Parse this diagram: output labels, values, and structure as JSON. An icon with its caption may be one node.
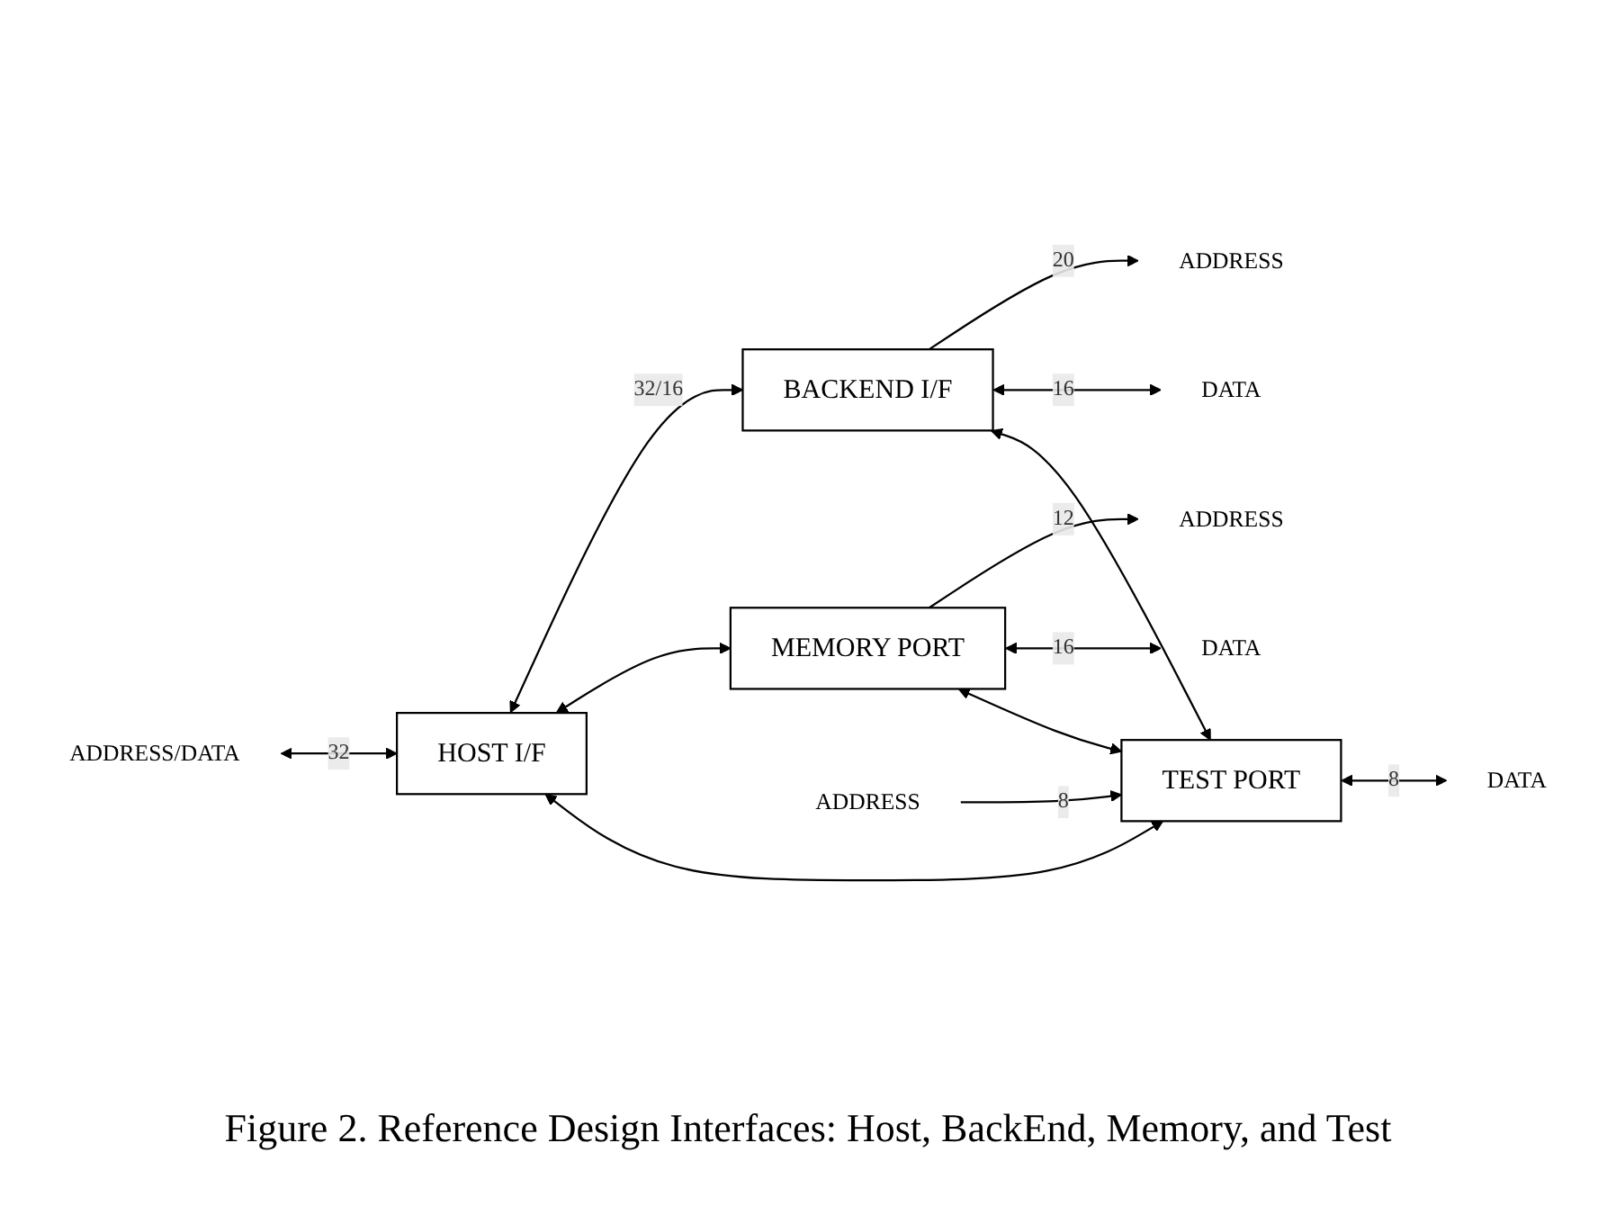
{
  "diagram": {
    "caption": "Figure 2.  Reference Design Interfaces:  Host, BackEnd, Memory, and Test",
    "nodes": [
      {
        "text": [
          "HOST I/F"
        ]
      },
      {
        "text": [
          "BACKEND I/F"
        ]
      },
      {
        "text": [
          "MEMORY PORT"
        ]
      },
      {
        "text": [
          "TEST PORT"
        ]
      },
      {
        "text": [
          "ADDRESS/DATA"
        ]
      },
      {
        "text": [
          "ADDRESS"
        ]
      },
      {
        "text": [
          "DATA"
        ]
      },
      {
        "text": [
          "ADDRESS"
        ]
      },
      {
        "text": [
          "DATA"
        ]
      },
      {
        "text": [
          "ADDRESS"
        ]
      },
      {
        "text": [
          "DATA"
        ]
      }
    ],
    "edges": [
      {
        "from": 4,
        "to": 0,
        "arrow": "both",
        "label": "32"
      },
      {
        "from": 0,
        "to": 1,
        "arrow": "both",
        "label": "32/16"
      },
      {
        "from": 1,
        "to": 5,
        "arrow": "to",
        "label": "20"
      },
      {
        "from": 1,
        "to": 6,
        "arrow": "both",
        "label": "16"
      },
      {
        "from": 0,
        "to": 2,
        "arrow": "both"
      },
      {
        "from": 0,
        "to": 3,
        "arrow": "both"
      },
      {
        "from": 1,
        "to": 3,
        "arrow": "both"
      },
      {
        "from": 2,
        "to": 7,
        "arrow": "to",
        "label": "12"
      },
      {
        "from": 2,
        "to": 8,
        "arrow": "both",
        "label": "16"
      },
      {
        "from": 2,
        "to": 3,
        "arrow": "both"
      },
      {
        "from": 9,
        "to": 3,
        "arrow": "to",
        "label": "8"
      },
      {
        "from": 3,
        "to": 10,
        "arrow": "both",
        "label": "8"
      }
    ]
  }
}
